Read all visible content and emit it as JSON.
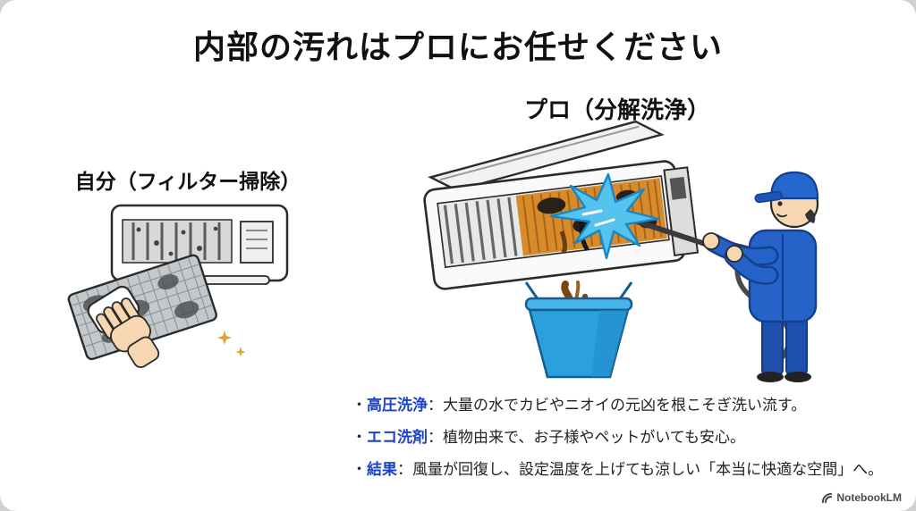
{
  "title": "内部の汚れはプロにお任せください",
  "left_panel": {
    "label": "自分（フィルター掃除）"
  },
  "right_panel": {
    "label": "プロ（分解洗浄）"
  },
  "bullets": [
    {
      "marker": "・",
      "lead": "高圧洗浄",
      "text": "：大量の水でカビやニオイの元凶を根こそぎ洗い流す。"
    },
    {
      "marker": "・",
      "lead": "エコ洗剤",
      "text": "：植物由来で、お子様やペットがいても安心。"
    },
    {
      "marker": "・",
      "lead": "結果",
      "text": "：風量が回復し、設定温度を上げても涼しい「本当に快適な空間」へ。"
    }
  ],
  "watermark": "NotebookLM",
  "icons": {
    "left_illustration": "hand-wiping-ac-filter",
    "right_illustration": "pro-high-pressure-cleaning-ac"
  },
  "colors": {
    "accent_blue": "#1b43c8",
    "spray_blue": "#55c3ee",
    "bucket_blue": "#2ba0dd",
    "uniform_blue": "#2563c9",
    "fin_orange": "#d98a2b",
    "dirt_brown": "#7a4712",
    "sparkle_gold": "#d9a92c"
  }
}
